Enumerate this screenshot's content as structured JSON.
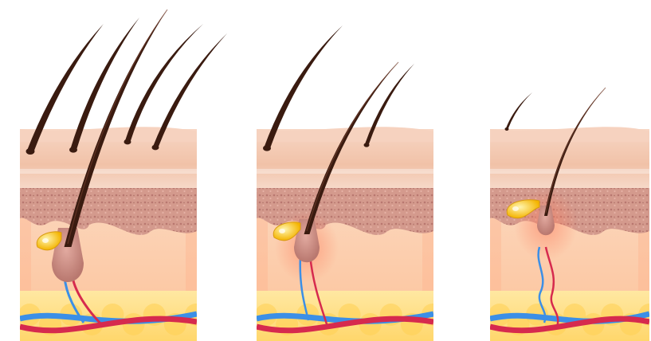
{
  "illustration": {
    "subject": "hair-loss-stages",
    "panels": [
      {
        "stage": 1,
        "hair_count": 5
      },
      {
        "stage": 2,
        "hair_count": 3
      },
      {
        "stage": 3,
        "hair_count": 2
      }
    ]
  },
  "colors": {
    "background": "#ffffff",
    "skin_surface": "#f2c5ac",
    "skin_top": "#f6d2bf",
    "epidermis_band": "#d79b8e",
    "epidermis_dots": "#b97a70",
    "dermis": "#fbd3b3",
    "dermis_glow": "#ffb08a",
    "fat": "#ffe27a",
    "fat_bubble": "#ffd052",
    "hair": "#3a1b10",
    "hair_highlight": "#7a4330",
    "follicle": "#cf8f83",
    "sebaceous_gland": "#ffd21f",
    "vein_blue": "#3c8fe6",
    "artery_red": "#d62a4e"
  }
}
